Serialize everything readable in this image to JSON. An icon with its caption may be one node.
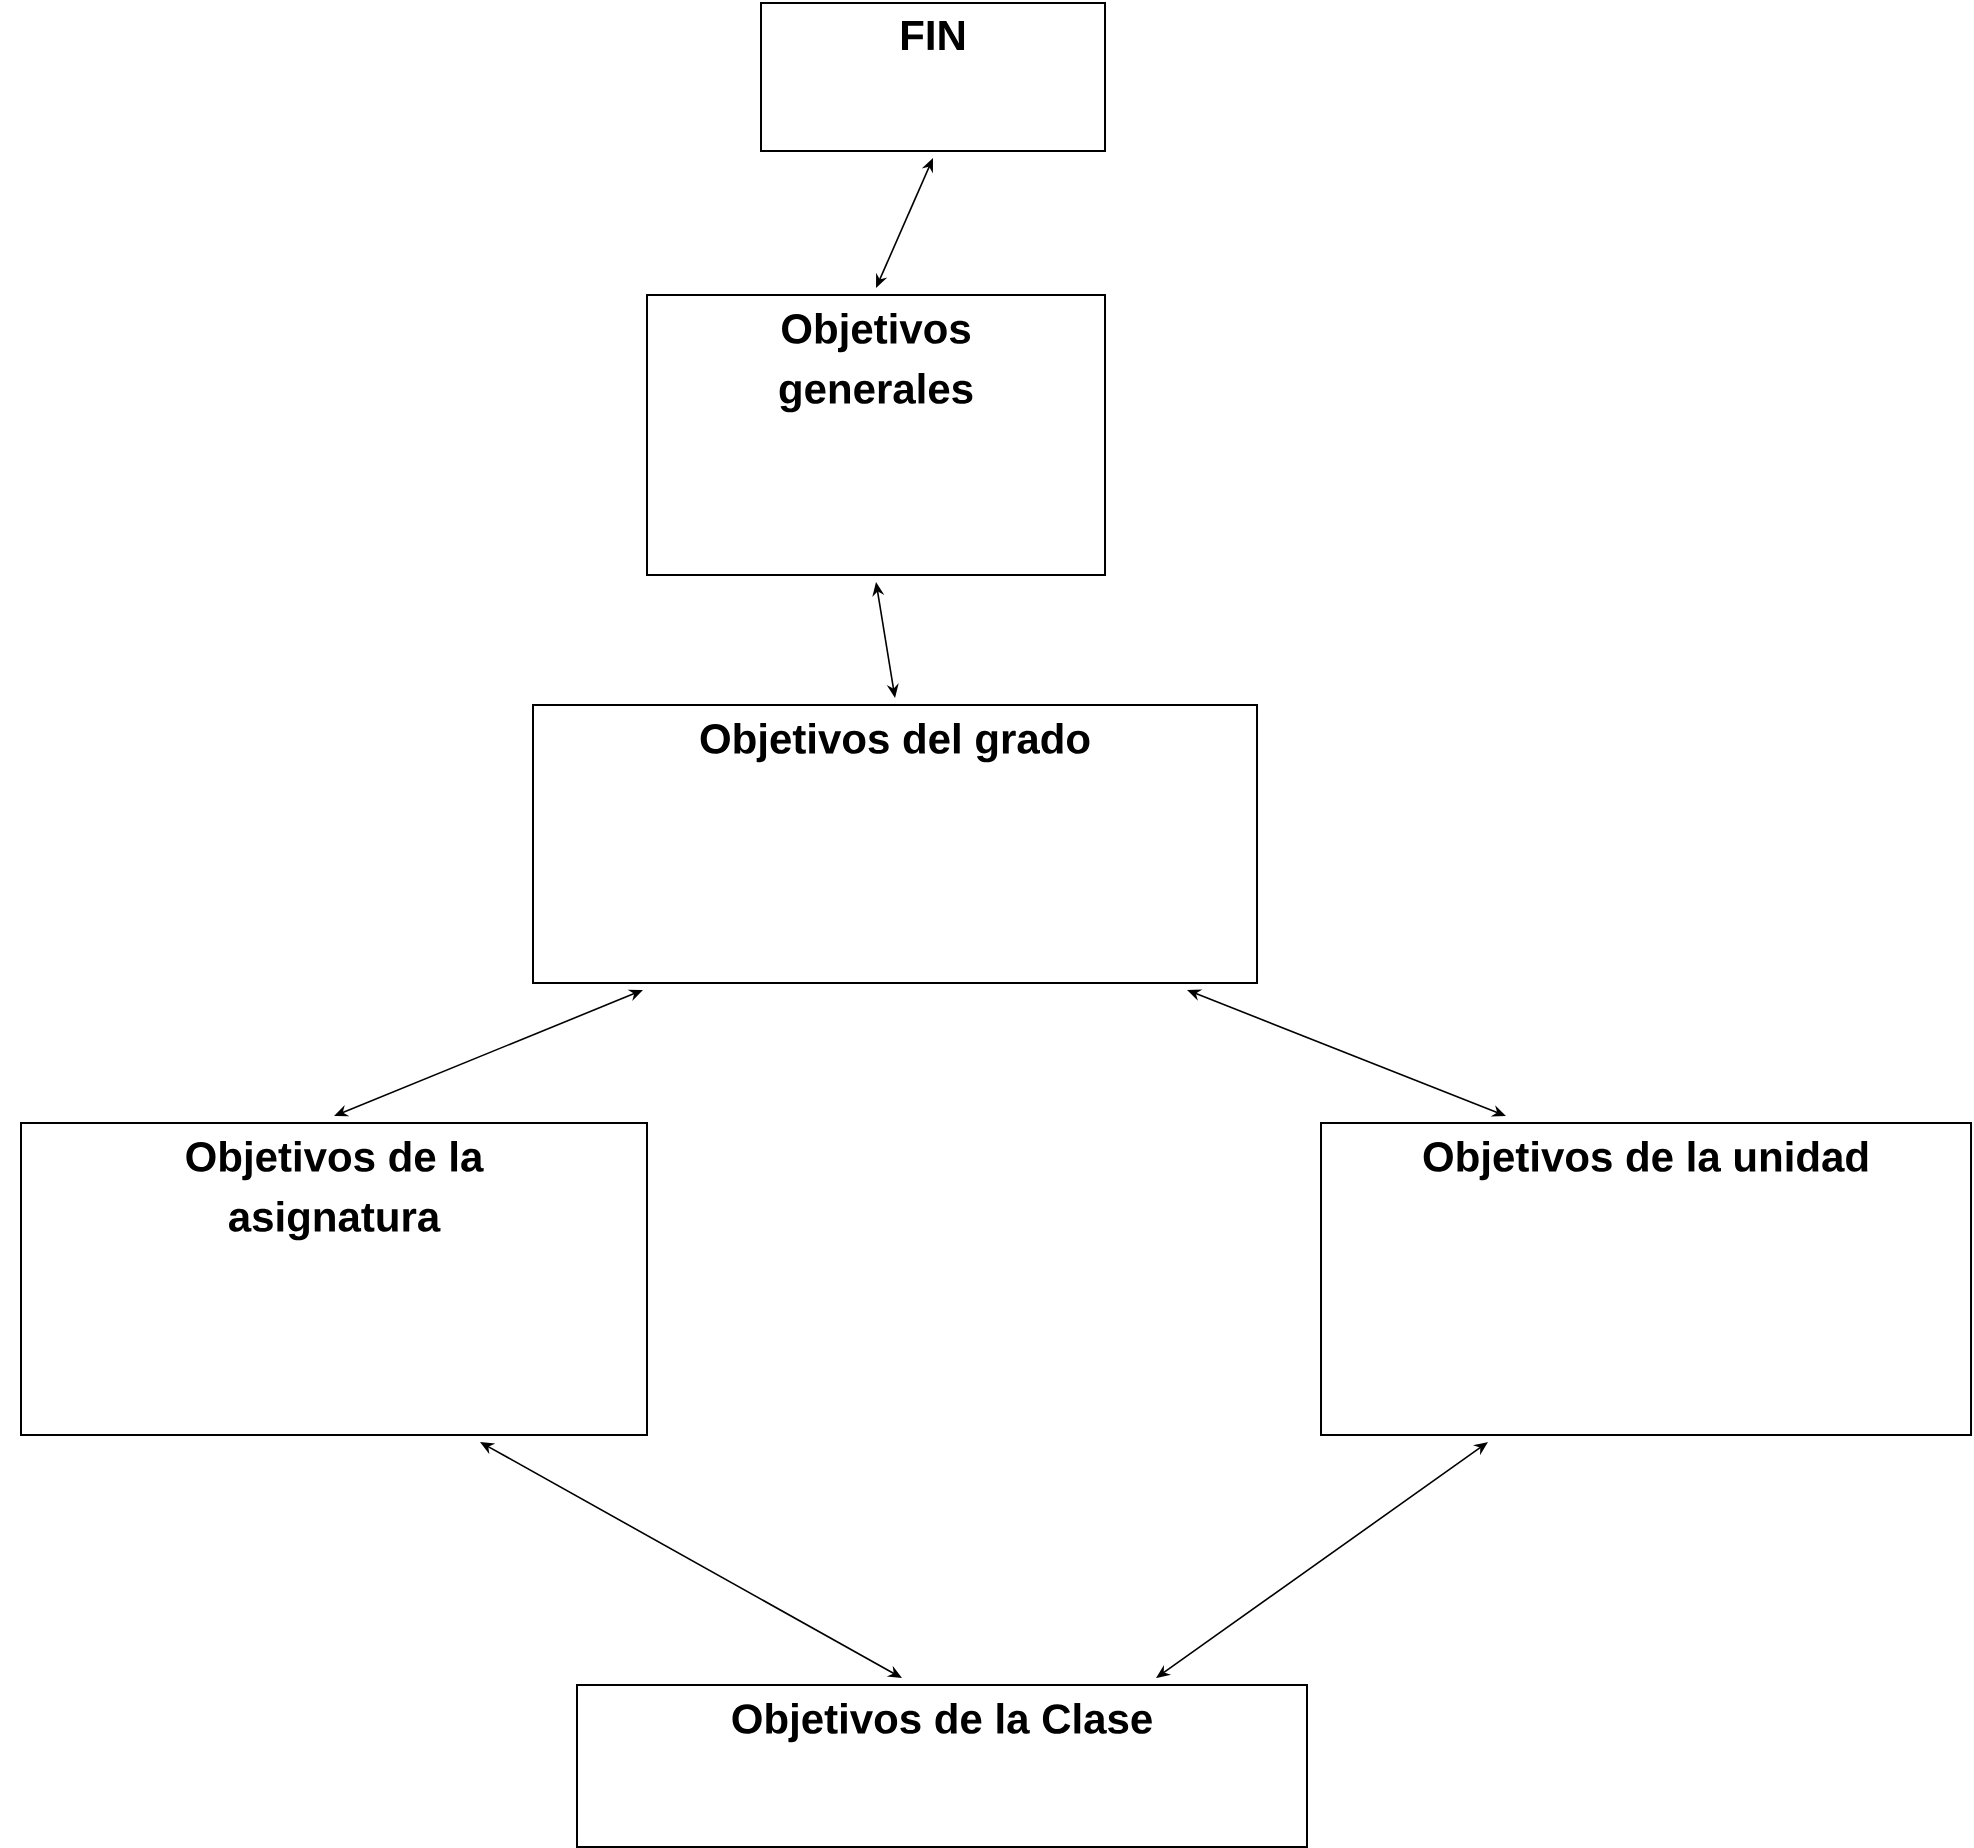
{
  "diagram": {
    "nodes": [
      {
        "text": [
          "FIN"
        ]
      },
      {
        "text": [
          "Objetivos generales"
        ]
      },
      {
        "text": [
          "Objetivos del grado"
        ]
      },
      {
        "text": [
          "Objetivos de la asignatura"
        ]
      },
      {
        "text": [
          "Objetivos de la unidad"
        ]
      },
      {
        "text": [
          "Objetivos de la Clase"
        ]
      }
    ],
    "edges": [
      {
        "from": 0,
        "to": 1,
        "arrow": "both"
      },
      {
        "from": 1,
        "to": 2,
        "arrow": "both"
      },
      {
        "from": 2,
        "to": 3,
        "arrow": "both"
      },
      {
        "from": 2,
        "to": 4,
        "arrow": "both"
      },
      {
        "from": 3,
        "to": 5,
        "arrow": "both"
      },
      {
        "from": 4,
        "to": 5,
        "arrow": "both"
      }
    ]
  }
}
